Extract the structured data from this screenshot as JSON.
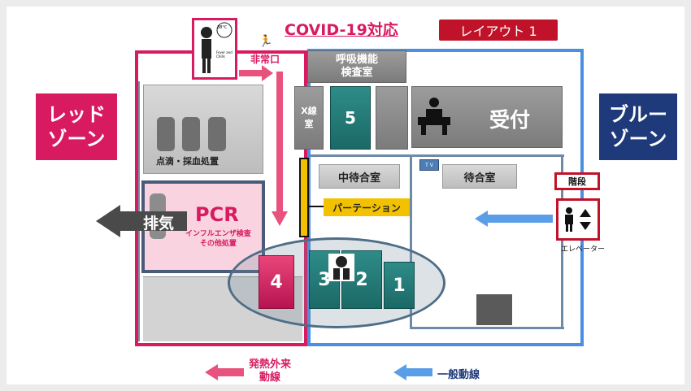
{
  "title": "COVID-19対応",
  "layout_badge": "レイアウト 1",
  "red_zone": "レッド\nゾーン",
  "blue_zone": "ブルー\nゾーン",
  "emergency_exit": "非常口",
  "respiratory_room": "呼吸機能\n検査室",
  "xray_room": "X線\n室",
  "room5": "5",
  "reception": "受付",
  "drip_room": "点滴・採血処置",
  "pcr_title": "PCR",
  "pcr_sub": "インフルエンザ検査\nその他処置",
  "exhaust": "排気",
  "middle_waiting": "中待合室",
  "waiting_room": "待合室",
  "partition": "パーテーション",
  "stairs": "階段",
  "elevator": "エレベーター",
  "tv": "T V",
  "rooms": [
    "4",
    "3",
    "2",
    "1"
  ],
  "poster_text_top": "38°C",
  "poster_text": "Fever and\nChills",
  "legend_fever": "発熱外来\n動線",
  "legend_general": "一般動線",
  "colors": {
    "red": "#d81b60",
    "blue": "#4a90e2",
    "navy": "#1f3a7a",
    "teal": "#1f7470",
    "crimson": "#c0132a"
  }
}
